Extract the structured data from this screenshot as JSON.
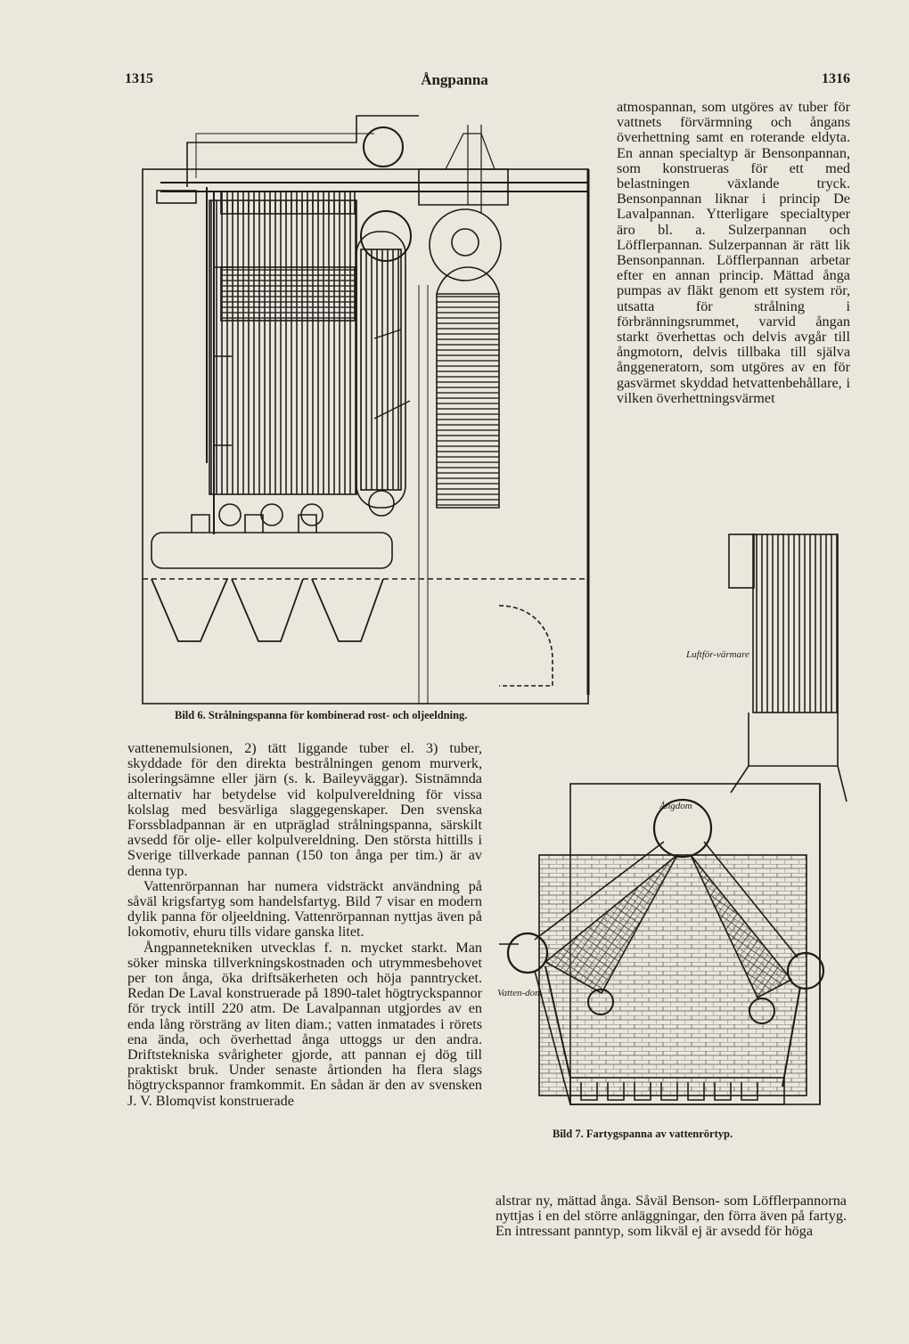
{
  "header": {
    "page_left": "1315",
    "title": "Ångpanna",
    "page_right": "1316"
  },
  "figure6": {
    "caption": "Bild 6. Strålningspanna för kombinerad rost- och oljeeldning."
  },
  "figure7": {
    "caption": "Bild 7. Fartygspanna av vattenrörtyp.",
    "label_top": "Ångdom",
    "label_left": "Vatten-dom",
    "label_side": "Luftför-värmare"
  },
  "text": {
    "top_right": "atmospannan, som utgöres av tuber för vattnets förvärmning och ångans överhettning samt en roterande eldyta. En annan specialtyp är Bensonpannan, som konstrueras för ett med belastningen växlande tryck. Bensonpannan liknar i princip De Lavalpannan. Ytterligare specialtyper äro bl. a. Sulzerpannan och Löfflerpannan. Sulzerpannan är rätt lik Bensonpannan. Löfflerpannan arbetar efter en annan princip. Mättad ånga pumpas av fläkt genom ett system rör, utsatta för strålning i förbränningsrummet, varvid ångan starkt överhettas och delvis avgår till ångmotorn, delvis tillbaka till själva ånggeneratorn, som utgöres av en för gasvärmet skyddad hetvattenbehållare, i vilken överhettningsvärmet",
    "left_p1": "vattenemulsionen, 2) tätt liggande tuber el. 3) tuber, skyddade för den direkta bestrålningen genom murverk, isoleringsämne eller järn (s. k. Baileyväggar). Sistnämnda alternativ har betydelse vid kolpulvereldning för vissa kolslag med besvärliga slaggegenskaper. Den svenska Forssbladpannan är en utpräglad strålningspanna, särskilt avsedd för olje- eller kolpulvereldning. Den största hittills i Sverige tillverkade pannan (150 ton ånga per tim.) är av denna typ.",
    "left_p2": "Vattenrörpannan har numera vidsträckt användning på såväl krigsfartyg som handelsfartyg. Bild 7 visar en modern dylik panna för oljeeldning. Vattenrörpannan nyttjas även på lokomotiv, ehuru tills vidare ganska litet.",
    "left_p3": "Ångpannetekniken utvecklas f. n. mycket starkt. Man söker minska tillverkningskostnaden och utrymmesbehovet per ton ånga, öka driftsäkerheten och höja panntrycket. Redan De Laval konstruerade på 1890-talet högtryckspannor för tryck intill 220 atm. De Lavalpannan utgjordes av en enda lång rörsträng av liten diam.; vatten inmatades i rörets ena ända, och överhettad ånga uttoggs ur den andra. Driftstekniska svårigheter gjorde, att pannan ej dög till praktiskt bruk. Under senaste årtionden ha flera slags högtryckspannor framkommit. En sådan är den av svensken J. V. Blomqvist konstruerade",
    "bottom_right": "alstrar ny, mättad ånga. Såväl Benson- som Löfflerpannorna nyttjas i en del större anläggningar, den förra även på fartyg. En intressant panntyp, som likväl ej är avsedd för höga"
  }
}
